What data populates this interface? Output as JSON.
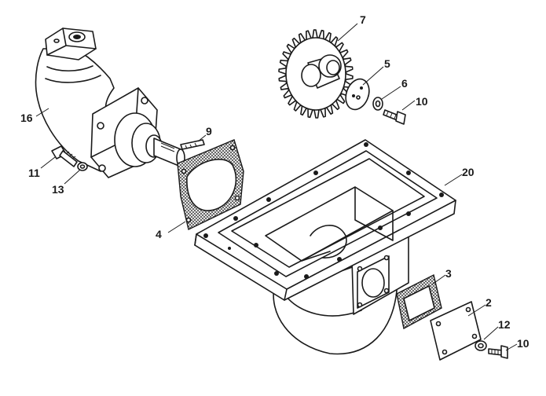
{
  "callouts": [
    {
      "id": "pump",
      "label": "16"
    },
    {
      "id": "gear",
      "label": "7"
    },
    {
      "id": "washer-plate",
      "label": "5"
    },
    {
      "id": "washer",
      "label": "6"
    },
    {
      "id": "bolt-gear",
      "label": "10"
    },
    {
      "id": "key",
      "label": "9"
    },
    {
      "id": "bolt-pump",
      "label": "11"
    },
    {
      "id": "lock-washer-pump",
      "label": "13"
    },
    {
      "id": "gasket-pump",
      "label": "4"
    },
    {
      "id": "housing",
      "label": "20"
    },
    {
      "id": "gasket-cover",
      "label": "3"
    },
    {
      "id": "cover",
      "label": "2"
    },
    {
      "id": "lock-washer-cover",
      "label": "12"
    },
    {
      "id": "bolt-cover",
      "label": "10"
    }
  ]
}
